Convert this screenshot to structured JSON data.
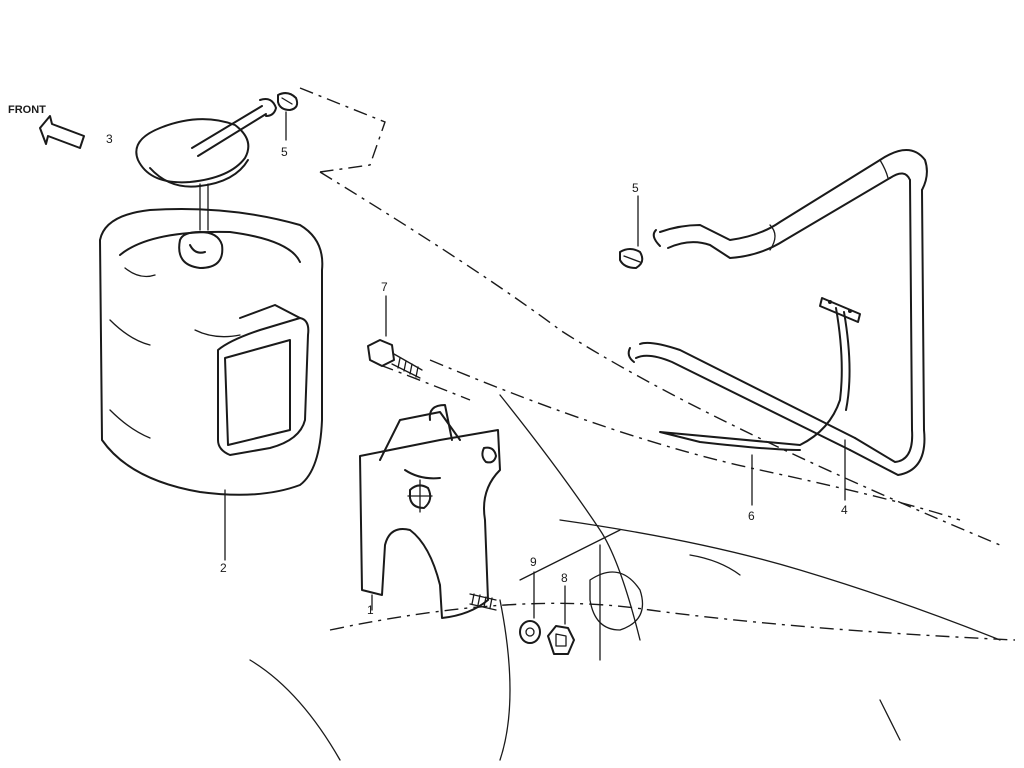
{
  "front_label": "FRONT",
  "callouts": {
    "c1": "1",
    "c2": "2",
    "c3": "3",
    "c4": "4",
    "c5a": "5",
    "c5b": "5",
    "c6": "6",
    "c7": "7",
    "c8": "8",
    "c9": "9"
  }
}
